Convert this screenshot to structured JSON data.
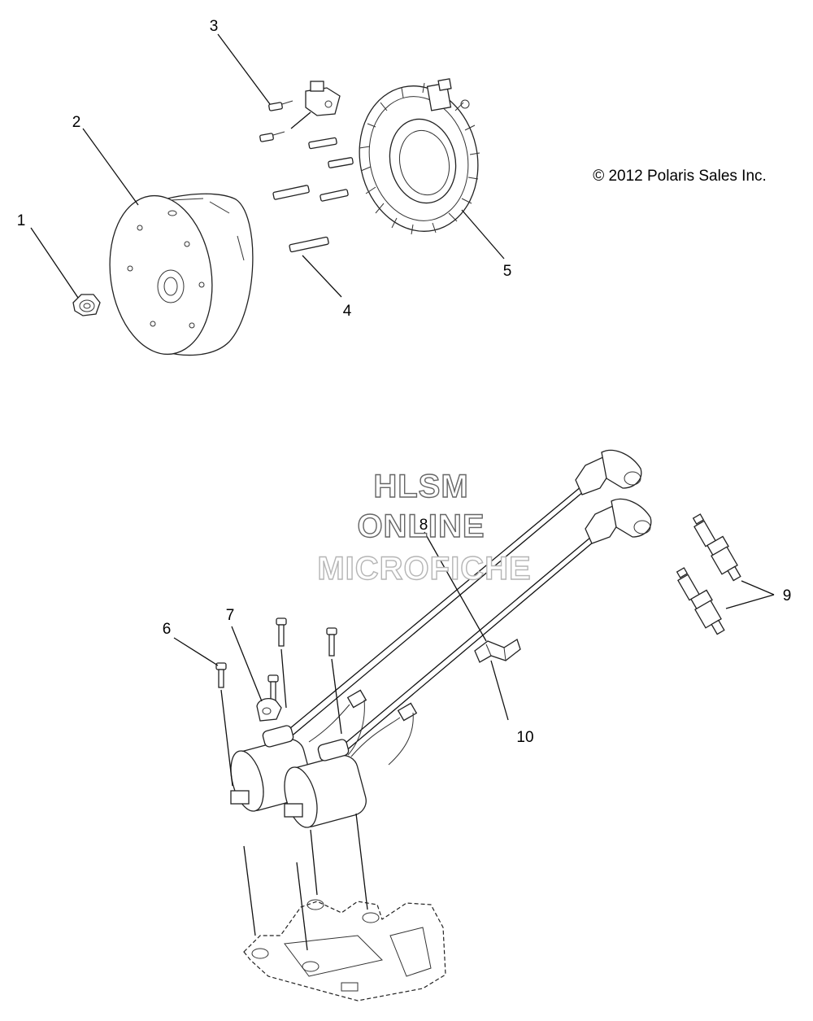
{
  "copyright": "© 2012 Polaris Sales Inc.",
  "watermark": {
    "line1": "HLSM",
    "line2": "ONLINE",
    "line3": "MICROFICHE"
  },
  "callouts": [
    "1",
    "2",
    "3",
    "4",
    "5",
    "6",
    "7",
    "8",
    "9",
    "10"
  ]
}
